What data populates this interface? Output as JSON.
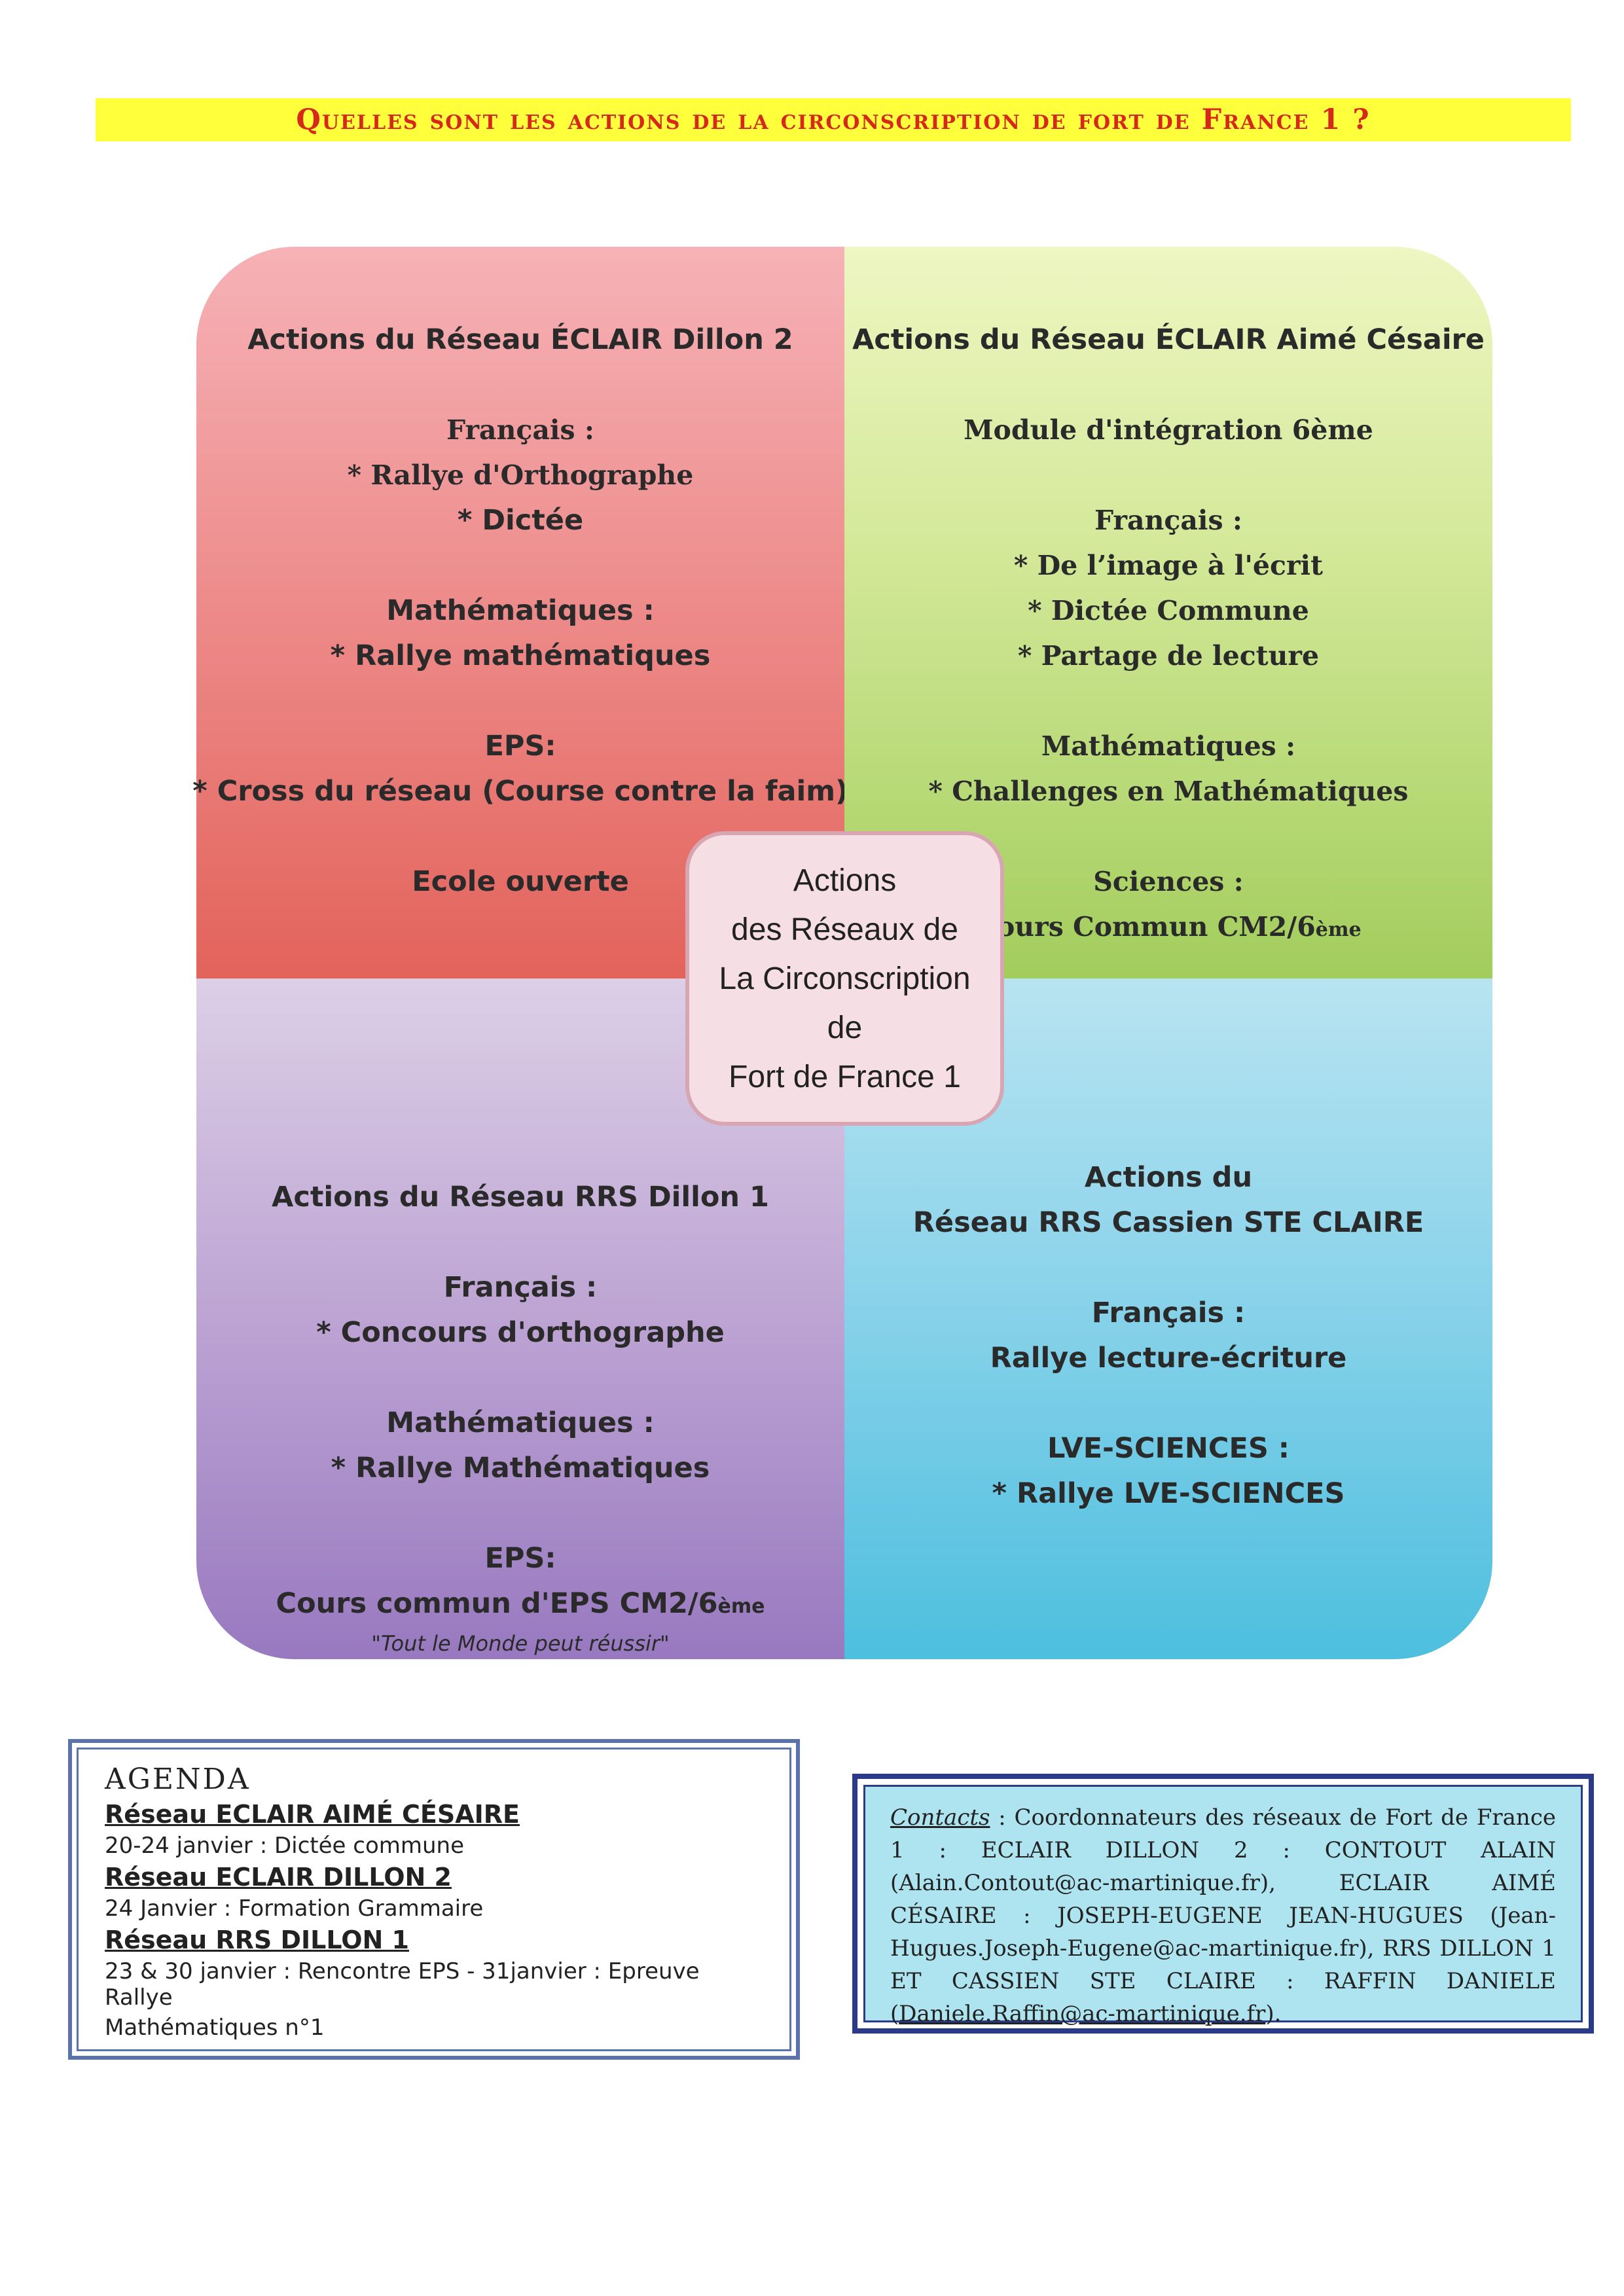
{
  "page_title": "Quelles sont les actions de la circonscription de fort de France 1 ?",
  "quadrants": {
    "top_left": {
      "title": "Actions du Réseau ÉCLAIR Dillon 2",
      "francais_label": "Français :",
      "francais_1": "* Rallye d'Orthographe",
      "francais_2": "* Dictée",
      "maths_label": "Mathématiques :",
      "maths_1": "* Rallye mathématiques",
      "eps_label": "EPS:",
      "eps_1": "* Cross du réseau (Course contre la faim)",
      "other": "Ecole ouverte"
    },
    "top_right": {
      "title": "Actions du Réseau ÉCLAIR Aimé Césaire",
      "module": "Module d'intégration 6ème",
      "francais_label": "Français :",
      "francais_1": "* De l’image à l'écrit",
      "francais_2": "* Dictée Commune",
      "francais_3": "* Partage de lecture",
      "maths_label": "Mathématiques :",
      "maths_1": "* Challenges en Mathématiques",
      "sciences_label": "Sciences :",
      "sciences_1": "Cours Commun CM2/6",
      "sciences_1_sup": "ème"
    },
    "bottom_left": {
      "title": "Actions du Réseau RRS Dillon 1",
      "francais_label": "Français :",
      "francais_1": "* Concours d'orthographe",
      "maths_label": "Mathématiques :",
      "maths_1": "* Rallye Mathématiques",
      "eps_label": "EPS:",
      "eps_1": "Cours commun d'EPS CM2/6",
      "eps_1_sup": "ème",
      "motto": "\"Tout le Monde peut réussir\""
    },
    "bottom_right": {
      "title_1": "Actions du",
      "title_2": "Réseau RRS Cassien STE CLAIRE",
      "francais_label": "Français :",
      "francais_1": "Rallye lecture-écriture",
      "lve_label": "LVE-SCIENCES :",
      "lve_1": "* Rallye LVE-SCIENCES"
    }
  },
  "center": {
    "line_1": "Actions",
    "line_2": "des Réseaux de",
    "line_3": "La Circonscription",
    "line_4": "de",
    "line_5": "Fort de France 1"
  },
  "agenda": {
    "title": "AGENDA",
    "net_1": "Réseau ECLAIR AIMÉ CÉSAIRE",
    "ev_1": "20-24 janvier : Dictée commune",
    "net_2": "Réseau ECLAIR DILLON 2",
    "ev_2": "24 Janvier : Formation Grammaire",
    "net_3": "Réseau RRS DILLON 1",
    "ev_3a": "23 & 30 janvier : Rencontre EPS - 31janvier : Epreuve Rallye",
    "ev_3b": "Mathématiques n°1"
  },
  "contacts": {
    "label": "Contacts",
    "text_1": " : Coordonnateurs des réseaux de Fort de France 1 : ECLAIR DILLON 2 : CONTOUT ALAIN (Alain.Contout@ac-martinique.fr), ECLAIR AIMÉ CÉSAIRE : JOSEPH-EUGENE JEAN-HUGUES (Jean-Hugues.Joseph-Eugene@ac-martinique.fr), RRS DILLON 1 ET CASSIEN STE CLAIRE : RAFFIN DANIELE (",
    "email": "Daniele.Raffin@ac-martinique.fr",
    "text_2": ")."
  },
  "colors": {
    "title_bg": "#ffff3c",
    "title_text": "#d7281c",
    "red_quadrant": "#ee8e8e",
    "green_quadrant": "#d4e99a",
    "purple_quadrant": "#c0a8d5",
    "blue_quadrant": "#8bd3ea",
    "center_box": "#f5dfe4",
    "agenda_border": "#5b73ad",
    "contacts_border": "#2c3a8a",
    "contacts_bg": "#aee4ef"
  }
}
